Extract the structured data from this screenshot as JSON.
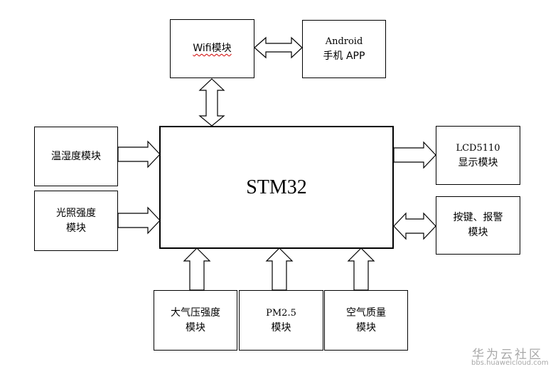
{
  "blocks": {
    "wifi": {
      "label": "Wifi模块"
    },
    "android": {
      "line1": "Android",
      "line2": "手机 APP"
    },
    "stm32": {
      "label": "STM32"
    },
    "temp": {
      "label": "温湿度模块"
    },
    "light": {
      "line1": "光照强度",
      "line2": "模块"
    },
    "lcd": {
      "line1": "LCD5110",
      "line2": "显示模块"
    },
    "keys": {
      "line1": "按键、报警",
      "line2": "模块"
    },
    "pressure": {
      "line1": "大气压强度",
      "line2": "模块"
    },
    "pm25": {
      "line1": "PM2.5",
      "line2": "模块"
    },
    "air": {
      "line1": "空气质量",
      "line2": "模块"
    }
  },
  "watermark": {
    "main": "华为云社区",
    "sub": "bbs.huaweicloud.com"
  }
}
